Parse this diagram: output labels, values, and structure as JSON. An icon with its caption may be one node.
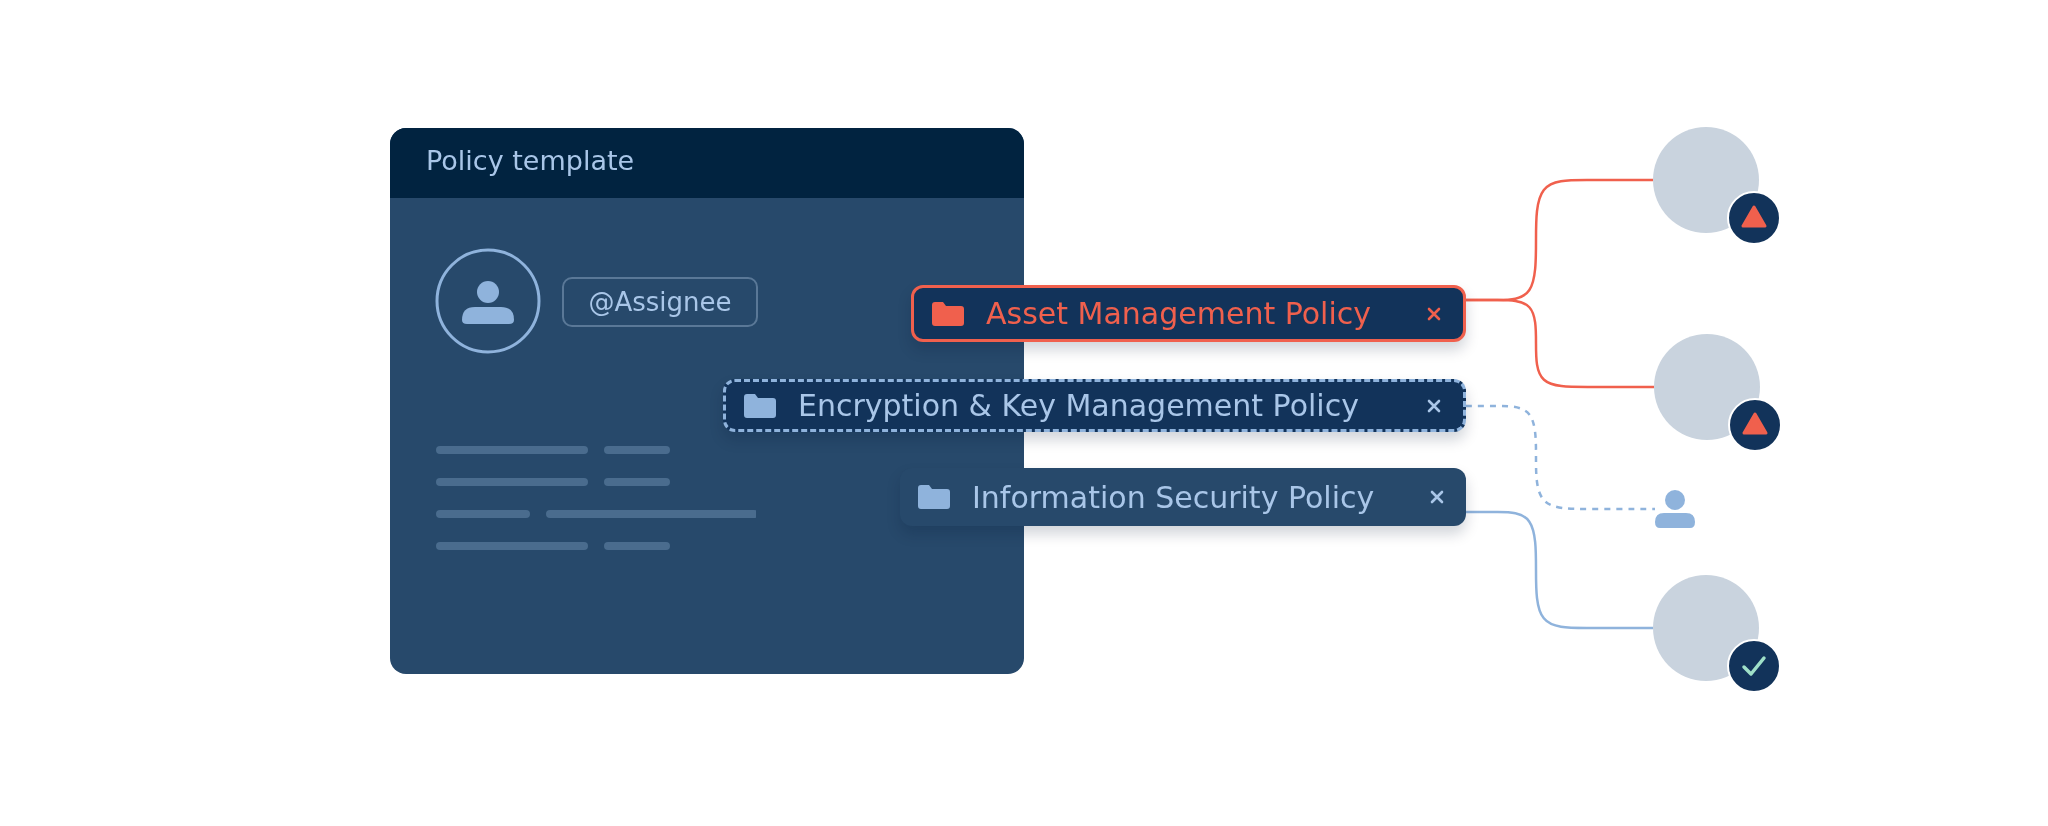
{
  "diagram": {
    "nodes": [
      {
        "text": [
          "Policy template"
        ]
      },
      {
        "text": [
          "@Assignee"
        ],
        "in": 0
      },
      {
        "text": [
          "Asset Management Policy"
        ]
      },
      {
        "text": [
          "Encryption & Key Management Policy"
        ]
      },
      {
        "text": [
          "Information Security Policy"
        ]
      },
      {
        "text": [],
        "shape": "circle"
      },
      {
        "text": [],
        "shape": "circle"
      },
      {
        "text": [],
        "shape": "person"
      },
      {
        "text": [],
        "shape": "circle"
      }
    ],
    "edges": [
      {
        "from": 2,
        "to": 5,
        "arrow": "none",
        "color": "#f0604d"
      },
      {
        "from": 2,
        "to": 6,
        "arrow": "none",
        "color": "#f0604d"
      },
      {
        "from": 3,
        "to": 7,
        "arrow": "none",
        "style": "dashed",
        "color": "#8fb3dc"
      },
      {
        "from": 4,
        "to": 8,
        "arrow": "none",
        "color": "#8fb3dc"
      }
    ]
  }
}
